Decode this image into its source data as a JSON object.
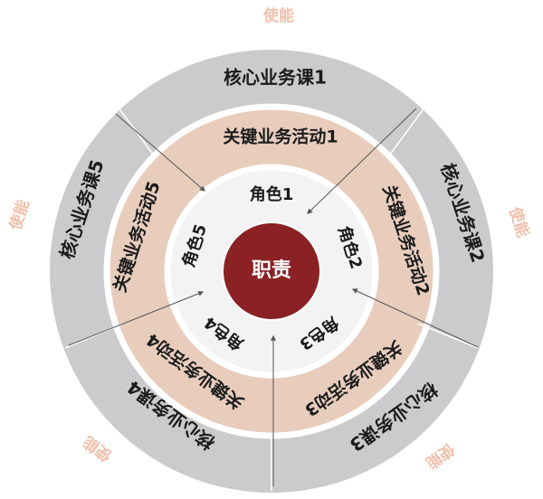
{
  "center": {
    "label": "职责"
  },
  "roles": [
    "角色1",
    "角色2",
    "角色3",
    "角色4",
    "角色5"
  ],
  "activities": [
    "关键业务活动1",
    "关键业务活动2",
    "关键业务活动3",
    "关键业务活动4",
    "关键业务活动5"
  ],
  "courses": [
    "核心业务课1",
    "核心业务课2",
    "核心业务课3",
    "核心业务课4",
    "核心业务课5"
  ],
  "enable_labels": [
    "使能",
    "使能",
    "使能",
    "使能",
    "使能"
  ],
  "colors": {
    "outer_ring": "#cbcbcd",
    "middle_ring": "#e8cdbd",
    "inner_ring": "#f3f3f4",
    "center": "#8a2125",
    "ring_border": "#ffffff",
    "arrow": "#555555",
    "enable_text": "#efc0aa"
  }
}
